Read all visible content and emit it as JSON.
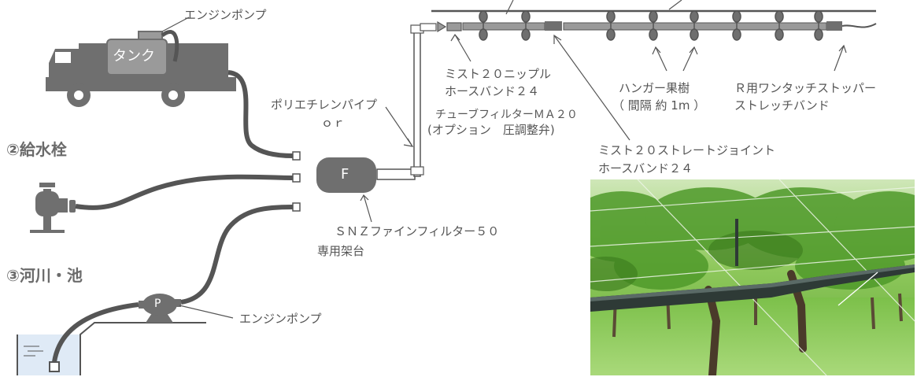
{
  "labels": {
    "engine_pump_top": "エンジンポンプ",
    "tank": "タンク",
    "supply_2": "②給水栓",
    "supply_3": "③河川・池",
    "filter_f": "F",
    "pump_p": "P",
    "engine_pump_bottom": "エンジンポンプ",
    "poly_pipe": "ポリエチレンパイプ",
    "or": "ｏｒ",
    "mist_nipple": "ミスト２０ニップル",
    "hose_band_1": "ホースバンド２４",
    "tube_filter": "チューブフィルターＭＡ２０",
    "option": "(オプション　圧調整弁)",
    "hanger": "ハンガー果樹",
    "interval": "（ 間隔 約 1m ）",
    "r_stopper": "Ｒ用ワンタッチストッパー",
    "stretch_band": "ストレッチバンド",
    "straight_joint": "ミスト２０ストレートジョイント",
    "hose_band_2": "ホースバンド２４",
    "snz_filter": "ＳＮＺファインフィルター５０",
    "stand": "専用架台"
  },
  "colors": {
    "equipment": "#6f6f6f",
    "equipment_light": "#9a9a9a",
    "hose": "#555555",
    "text": "#555555",
    "water": "#dfeaf6"
  }
}
